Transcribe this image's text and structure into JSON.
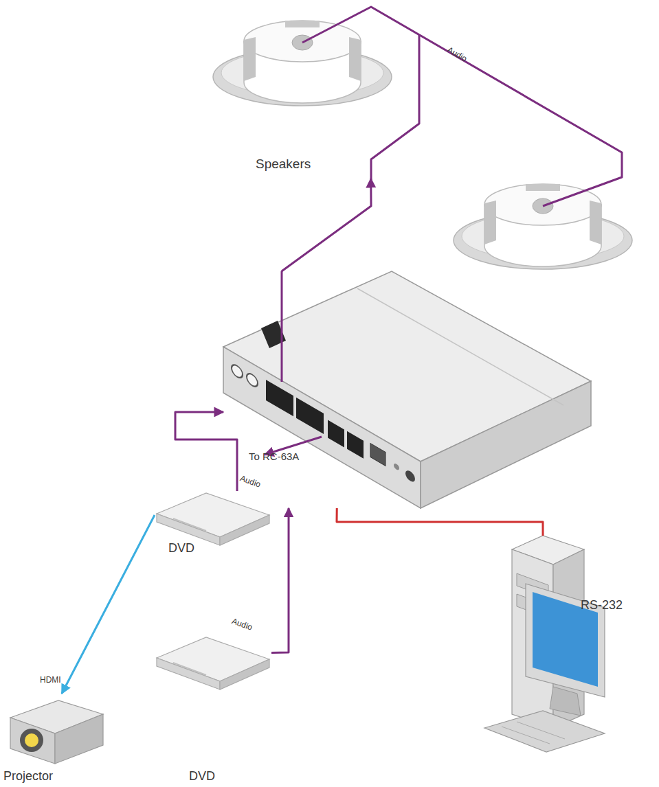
{
  "diagram": {
    "nodes": [
      {
        "text": [
          "Speakers"
        ]
      },
      {
        "text": []
      },
      {
        "text": [
          "DVD"
        ]
      },
      {
        "text": [
          "DVD"
        ]
      },
      {
        "text": [
          "Projector"
        ]
      },
      {
        "text": []
      }
    ],
    "edges": [
      {
        "from": 1,
        "to": 0,
        "arrow": "to",
        "label": "Audio"
      },
      {
        "from": 2,
        "to": 1,
        "arrow": "to",
        "label": "Audio"
      },
      {
        "from": 3,
        "to": 1,
        "arrow": "to",
        "label": "Audio"
      },
      {
        "from": 2,
        "to": 4,
        "arrow": "to",
        "label": "HDMI"
      },
      {
        "from": 1,
        "to": 5,
        "arrow": "none",
        "label": "RS-232"
      }
    ],
    "labels": [
      "To RC-63A"
    ]
  }
}
